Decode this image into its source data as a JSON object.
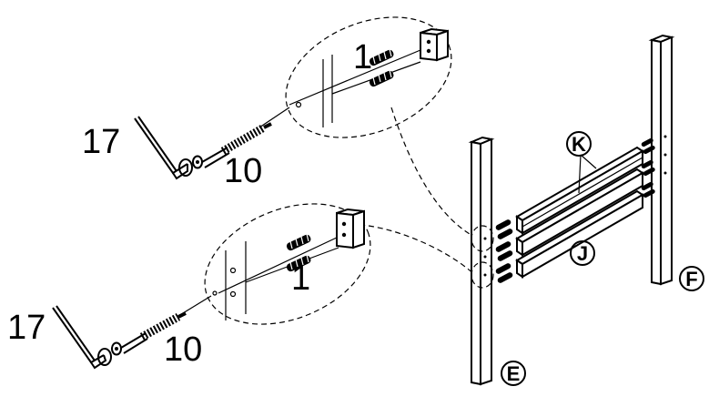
{
  "labels": {
    "dowel_top": "1",
    "dowel_bottom": "1",
    "key_top": "17",
    "key_bottom": "17",
    "bolt_top": "10",
    "bolt_bottom": "10",
    "part_k": "K",
    "part_j": "J",
    "part_e": "E",
    "part_f": "F"
  }
}
